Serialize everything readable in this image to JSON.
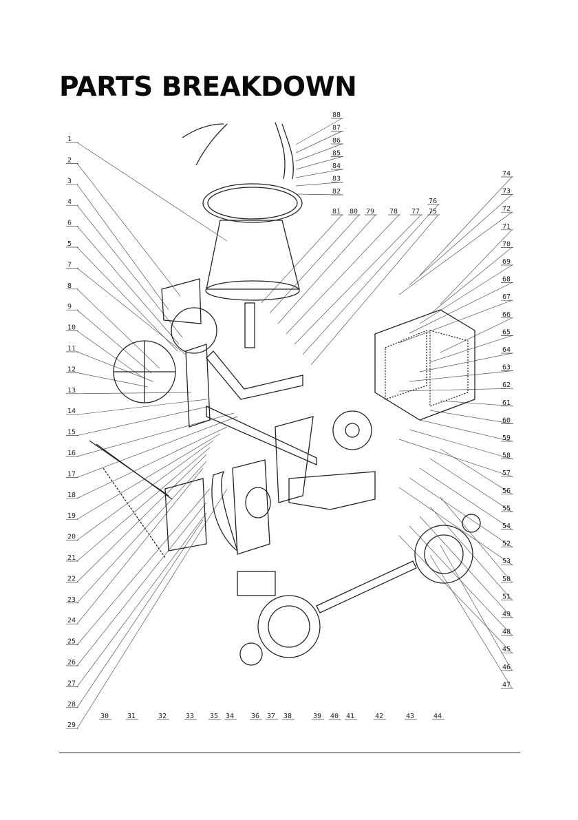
{
  "page": {
    "title": "PARTS BREAKDOWN"
  },
  "diagram": {
    "left_labels": [
      "1",
      "2",
      "3",
      "4",
      "6",
      "5",
      "7",
      "8",
      "9",
      "10",
      "11",
      "12",
      "13",
      "14",
      "15",
      "16",
      "17",
      "18",
      "19",
      "20",
      "21",
      "22",
      "23",
      "24",
      "25",
      "26",
      "27",
      "28",
      "29"
    ],
    "bottom_labels": [
      "30",
      "31",
      "32",
      "33",
      "35",
      "34",
      "36",
      "37",
      "38",
      "39",
      "40",
      "41",
      "42",
      "43",
      "44"
    ],
    "right_labels": [
      "88",
      "87",
      "86",
      "85",
      "84",
      "83",
      "82",
      "74",
      "73",
      "72",
      "71",
      "70",
      "69",
      "68",
      "67",
      "66",
      "65",
      "64",
      "63",
      "62",
      "61",
      "60",
      "59",
      "58",
      "57",
      "56",
      "55",
      "54",
      "52",
      "53",
      "50",
      "51",
      "49",
      "48",
      "45",
      "46",
      "47"
    ],
    "top_labels": [
      "81",
      "80",
      "79",
      "78",
      "77",
      "76",
      "75"
    ]
  },
  "colors": {
    "ink": "#222222",
    "title": "#0a0a0a"
  }
}
